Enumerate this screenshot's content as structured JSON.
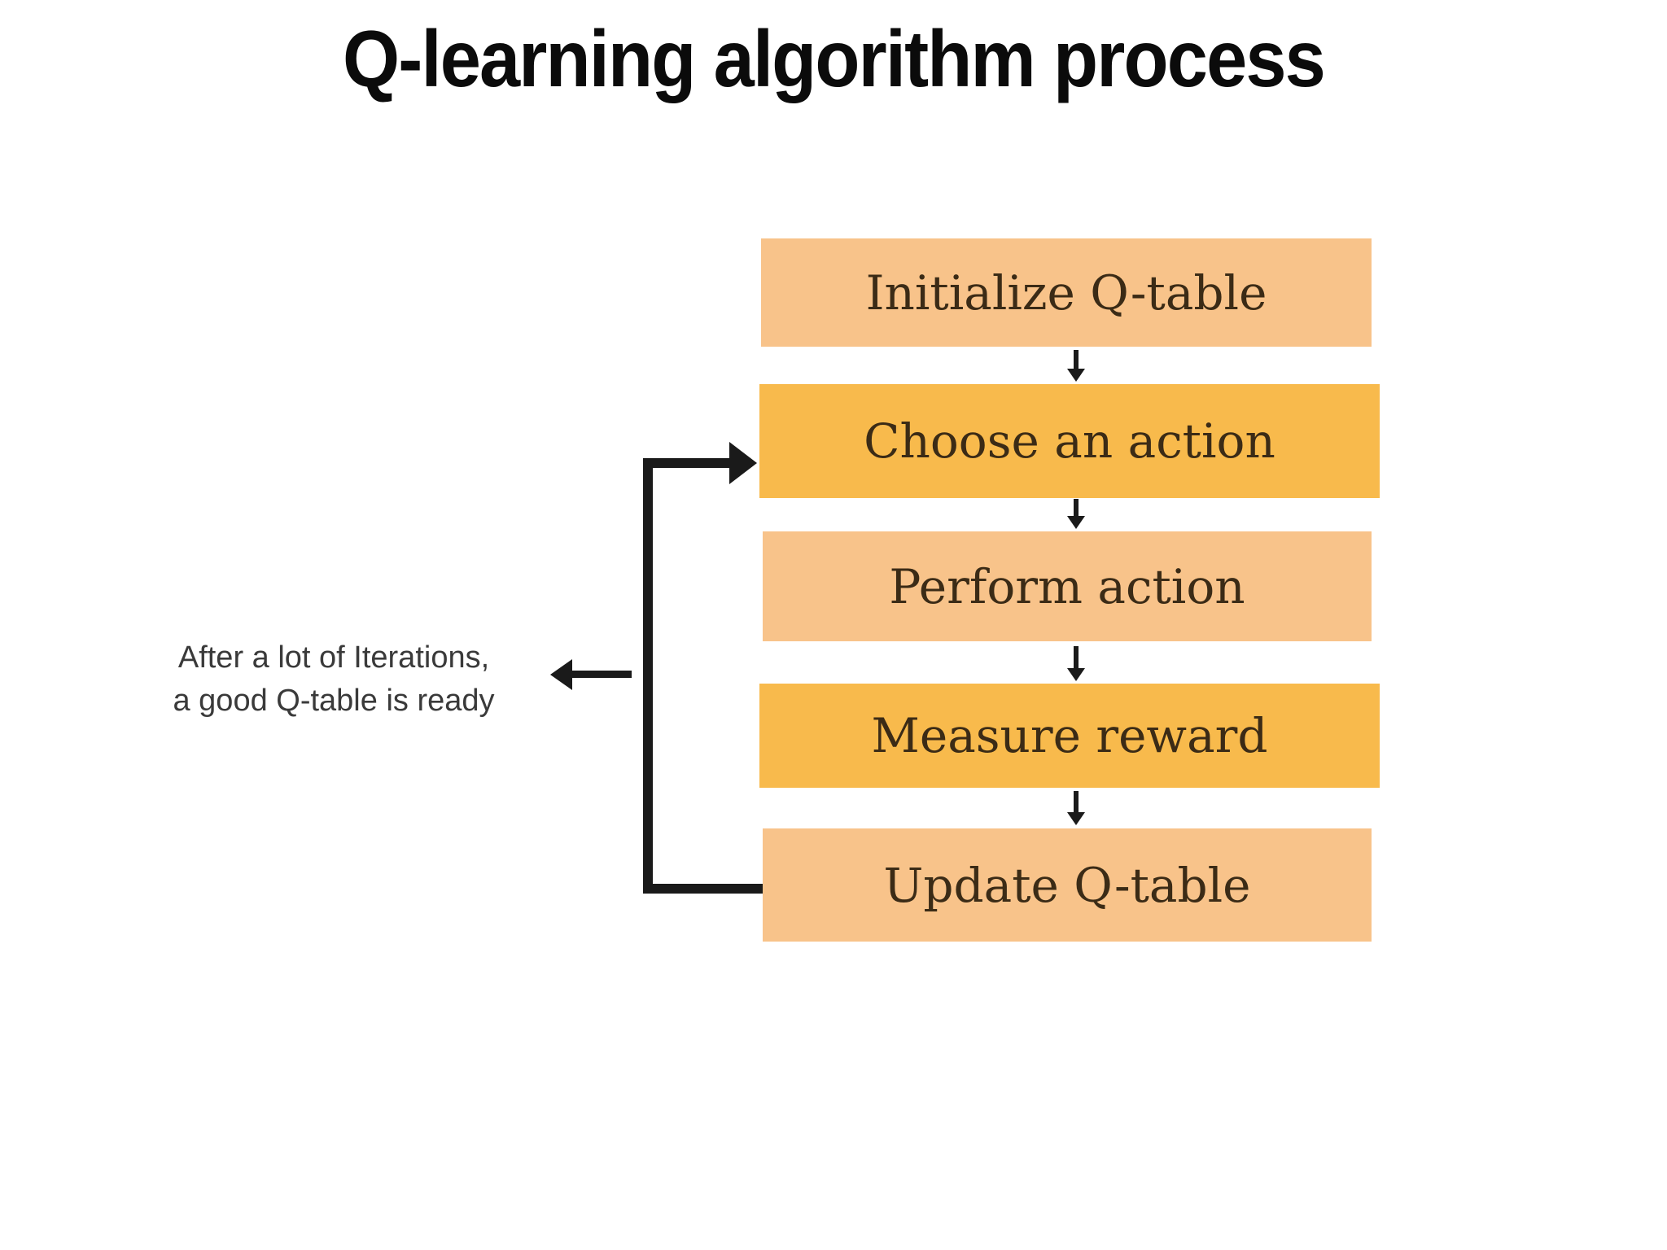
{
  "title": "Q-learning algorithm process",
  "colors": {
    "background": "#FFFFFF",
    "box_light": "#F8C38A",
    "box_dark": "#F8BA4C",
    "box_text": "#3B2B16",
    "arrow": "#1A1A1A",
    "side_text": "#3A3A3A"
  },
  "flow": {
    "steps": [
      {
        "label": "Initialize Q-table",
        "variant": "light"
      },
      {
        "label": "Choose an action",
        "variant": "dark"
      },
      {
        "label": "Perform action",
        "variant": "light"
      },
      {
        "label": "Measure reward",
        "variant": "dark"
      },
      {
        "label": "Update Q-table",
        "variant": "light"
      }
    ],
    "loop": {
      "from": "Update Q-table",
      "to": "Choose an action"
    }
  },
  "loop_annotation": {
    "line1": "After a lot of Iterations,",
    "line2": "a good Q-table is ready"
  }
}
